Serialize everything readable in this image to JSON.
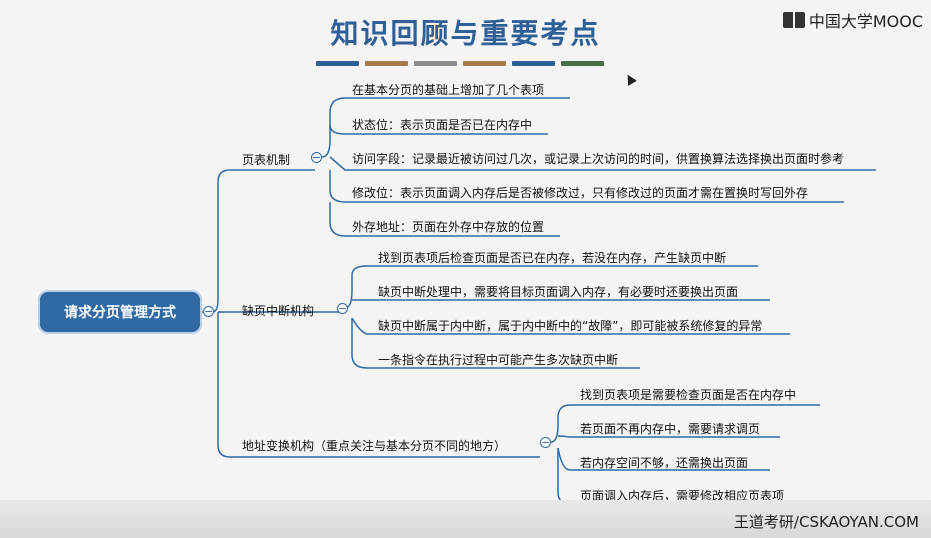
{
  "title": "知识回顾与重要考点",
  "logo": "中国大学MOOC",
  "watermark": "王道考研/CSKAOYAN.COM",
  "deco_colors": [
    "#2e5f96",
    "#a8794a",
    "#8d8d8d",
    "#a8794a",
    "#2e5f96",
    "#4b6e4a"
  ],
  "mindmap": {
    "root": "请求分页管理方式",
    "branches": [
      {
        "label": "页表机制",
        "items": [
          "在基本分页的基础上增加了几个表项",
          "状态位：表示页面是否已在内存中",
          "访问字段：记录最近被访问过几次，或记录上次访问的时间，供置换算法选择换出页面时参考",
          "修改位：表示页面调入内存后是否被修改过，只有修改过的页面才需在置换时写回外存",
          "外存地址：页面在外存中存放的位置"
        ]
      },
      {
        "label": "缺页中断机构",
        "items": [
          "找到页表项后检查页面是否已在内存，若没在内存，产生缺页中断",
          "缺页中断处理中，需要将目标页面调入内存，有必要时还要换出页面",
          "缺页中断属于内中断，属于内中断中的“故障”，即可能被系统修复的异常",
          "一条指令在执行过程中可能产生多次缺页中断"
        ]
      },
      {
        "label": "地址变换机构（重点关注与基本分页不同的地方）",
        "items": [
          "找到页表项是需要检查页面是否在内存中",
          "若页面不再内存中，需要请求调页",
          "若内存空间不够，还需换出页面",
          "页面调入内存后，需要修改相应页表项"
        ]
      }
    ]
  }
}
